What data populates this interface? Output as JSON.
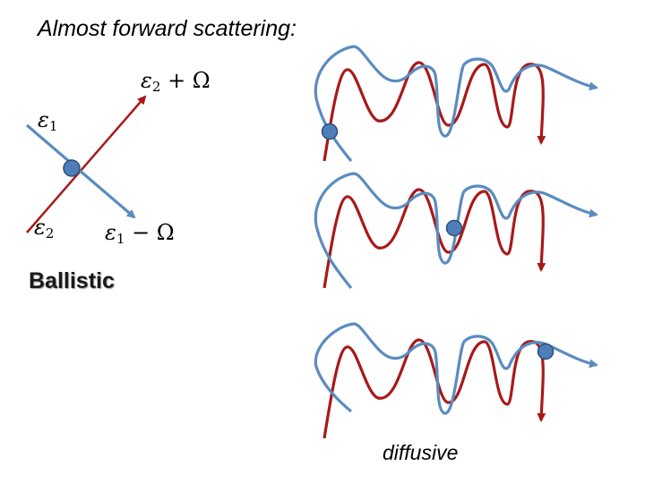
{
  "title": "Almost forward scattering:",
  "labels": {
    "ballistic": "Ballistic",
    "diffusive": "diffusive"
  },
  "vertex": {
    "incoming_top": {
      "symbol": "ε",
      "sub": "1"
    },
    "incoming_bottom": {
      "symbol": "ε",
      "sub": "2"
    },
    "outgoing_top": {
      "symbol": "ε",
      "sub": "2",
      "suffix": " + Ω"
    },
    "outgoing_bottom": {
      "symbol": "ε",
      "sub": "1",
      "suffix": " − Ω"
    }
  },
  "colors": {
    "red_line": "#a81919",
    "blue_line": "#5a8cc0",
    "vertex_fill": "#4f7fb8",
    "vertex_stroke": "#2c4f7a"
  },
  "panels": [
    {
      "name": "panel-1",
      "vertex_position": "start"
    },
    {
      "name": "panel-2",
      "vertex_position": "middle"
    },
    {
      "name": "panel-3",
      "vertex_position": "end"
    }
  ]
}
